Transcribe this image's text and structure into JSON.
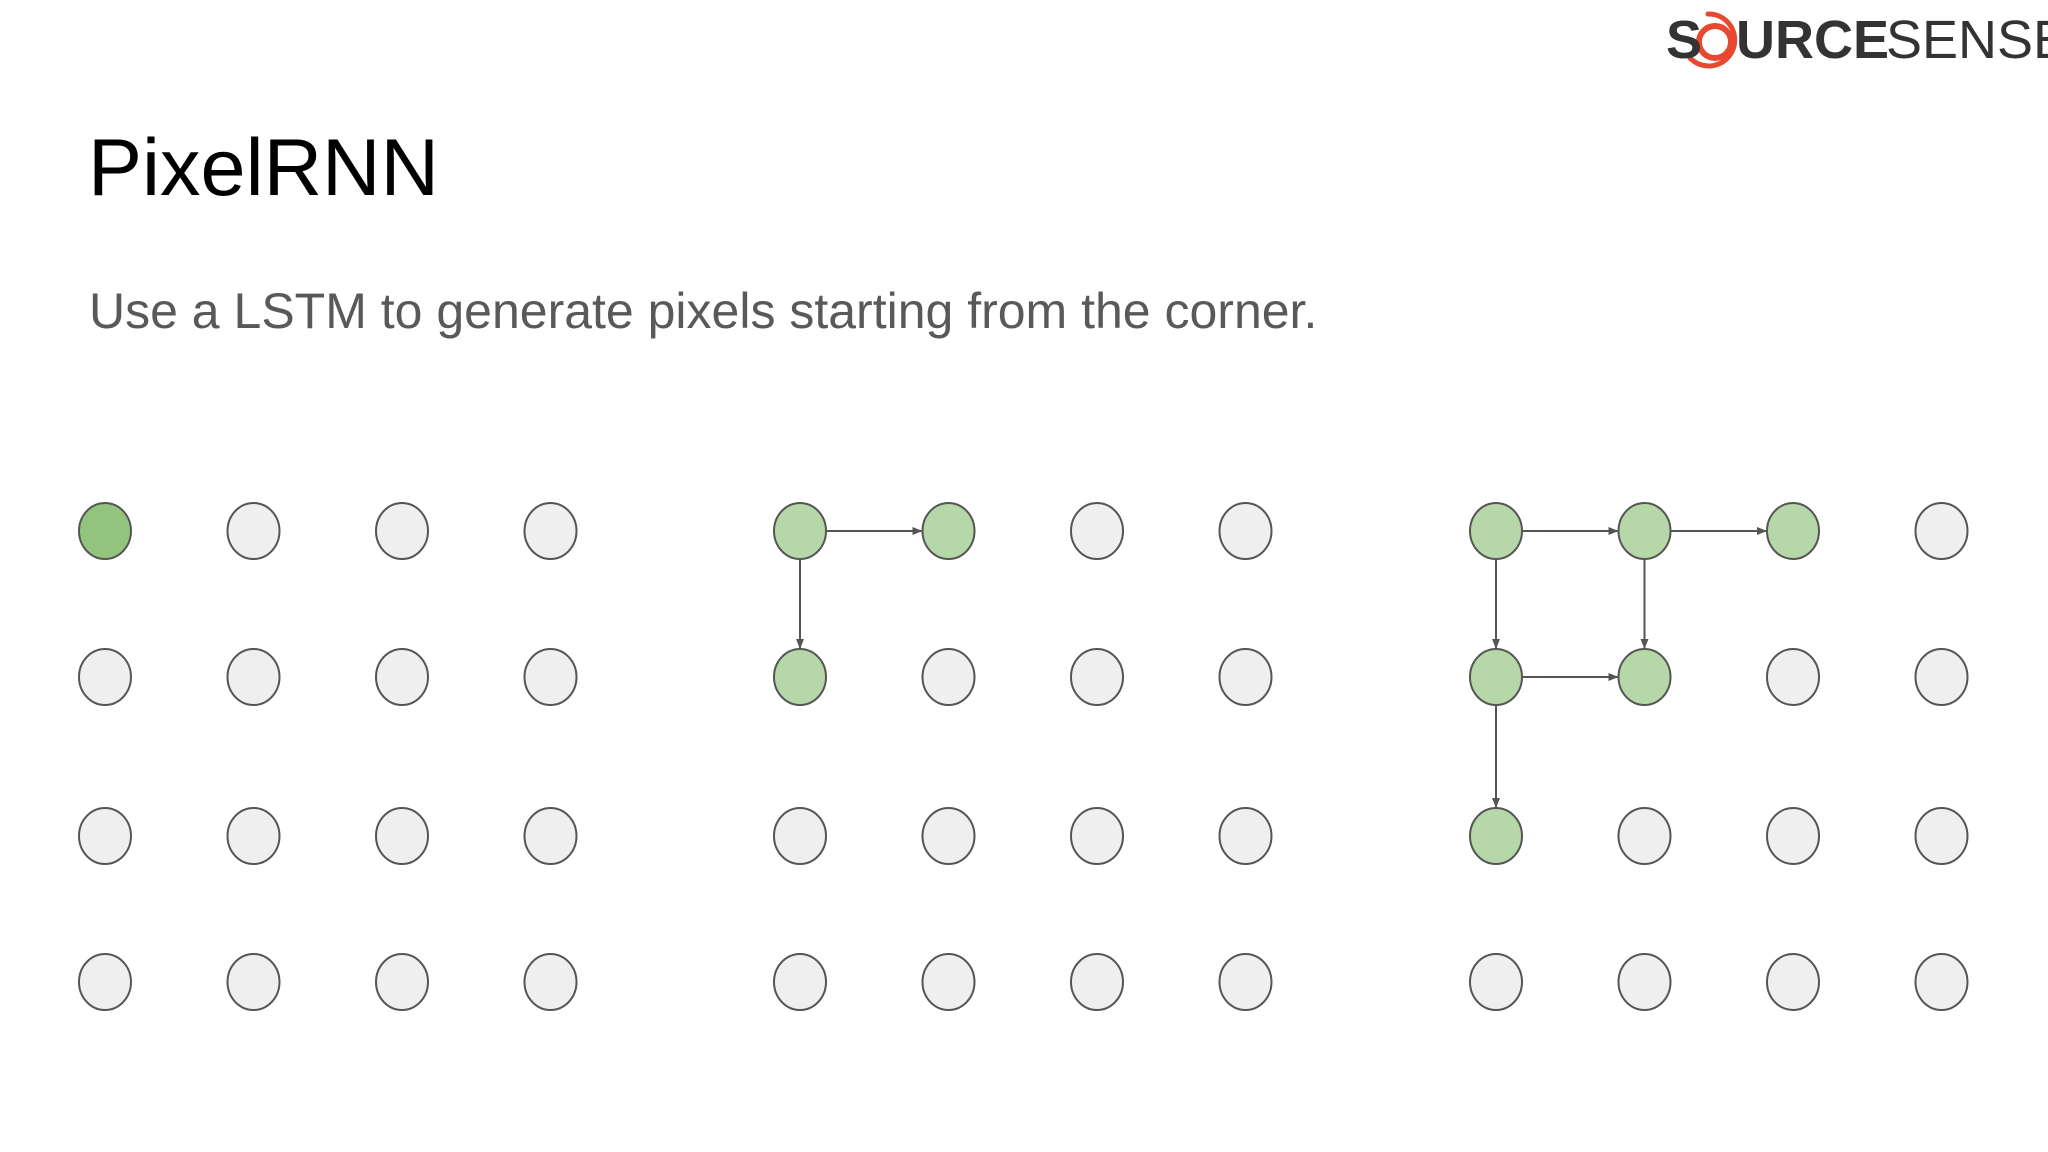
{
  "logo": {
    "text_part1": "S",
    "text_part2": "URCE",
    "text_part3": "SENSE",
    "ring_color": "#e8482f"
  },
  "slide": {
    "title": "PixelRNN",
    "subtitle": "Use a LSTM to generate pixels starting from the corner."
  },
  "colors": {
    "generated_first": "#93c47d",
    "generated": "#b6d7a8",
    "pending": "#efefef",
    "stroke": "#555555",
    "arrow": "#555555"
  },
  "panels": [
    {
      "generated": [
        [
          0,
          0
        ]
      ],
      "first": true,
      "arrows": []
    },
    {
      "generated": [
        [
          0,
          0
        ],
        [
          0,
          1
        ],
        [
          1,
          0
        ]
      ],
      "first": false,
      "arrows": [
        [
          [
            0,
            0
          ],
          [
            0,
            1
          ]
        ],
        [
          [
            0,
            0
          ],
          [
            1,
            0
          ]
        ]
      ]
    },
    {
      "generated": [
        [
          0,
          0
        ],
        [
          0,
          1
        ],
        [
          0,
          2
        ],
        [
          1,
          0
        ],
        [
          1,
          1
        ],
        [
          2,
          0
        ]
      ],
      "first": false,
      "arrows": [
        [
          [
            0,
            0
          ],
          [
            0,
            1
          ]
        ],
        [
          [
            0,
            1
          ],
          [
            0,
            2
          ]
        ],
        [
          [
            0,
            0
          ],
          [
            1,
            0
          ]
        ],
        [
          [
            0,
            1
          ],
          [
            1,
            1
          ]
        ],
        [
          [
            1,
            0
          ],
          [
            1,
            1
          ]
        ],
        [
          [
            1,
            0
          ],
          [
            2,
            0
          ]
        ]
      ]
    }
  ]
}
